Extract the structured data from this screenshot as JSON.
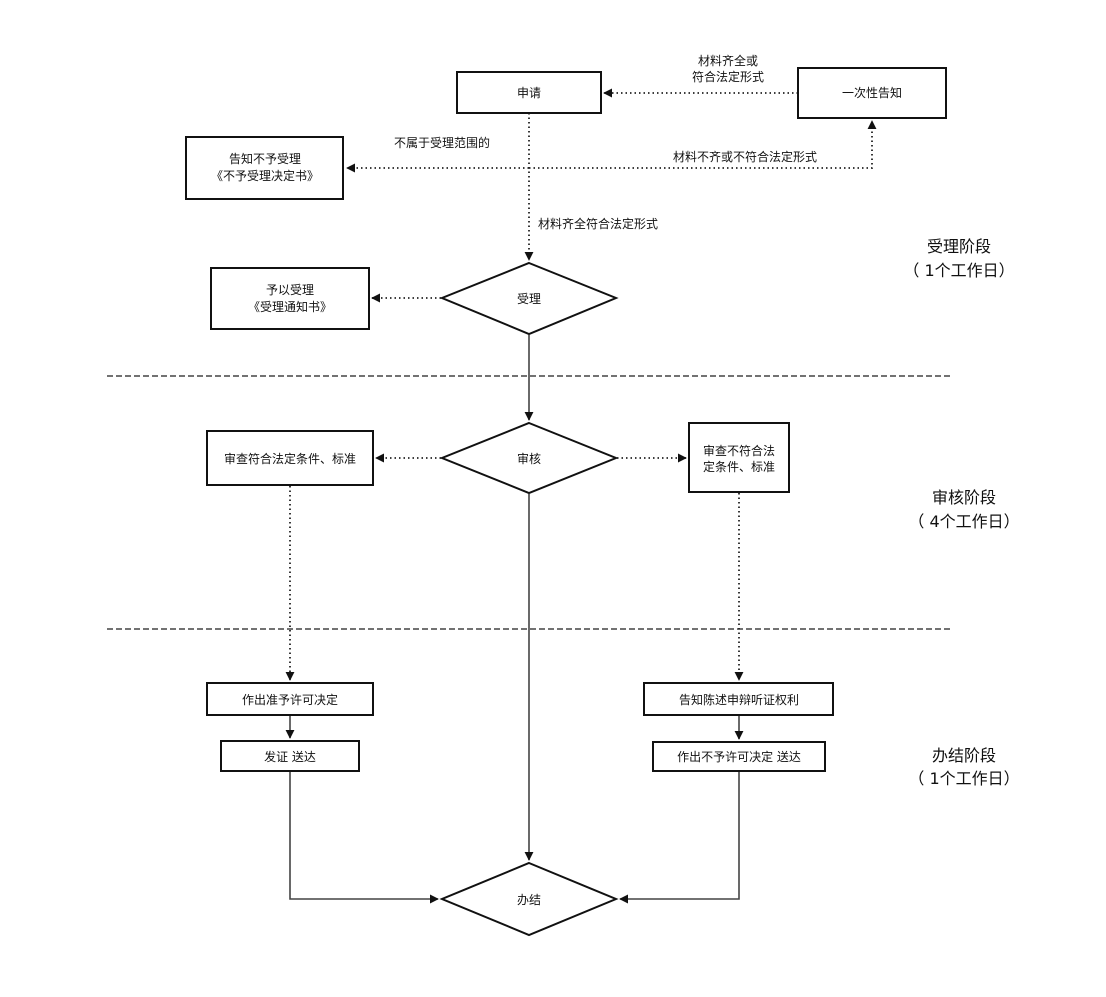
{
  "nodes": {
    "apply": "申请",
    "notify_once": "一次性告知",
    "reject_l1": "告知不予受理",
    "reject_l2": "《不予受理决定书》",
    "accept_box_l1": "予以受理",
    "accept_box_l2": "《受理通知书》",
    "accept": "受理",
    "review": "审核",
    "review_pass": "审查符合法定条件、标准",
    "review_fail_l1": "审查不符合法",
    "review_fail_l2": "定条件、标准",
    "grant": "作出准予许可决定",
    "issue": "发证  送达",
    "notify_hearing": "告知陈述申辩听证权利",
    "deny": "作出不予许可决定  送达",
    "complete": "办结"
  },
  "labels": {
    "complete_form_l1": "材料齐全或",
    "complete_form_l2": "符合法定形式",
    "not_in_scope": "不属于受理范围的",
    "incomplete": "材料不齐或不符合法定形式",
    "complete_legal": "材料齐全符合法定形式"
  },
  "stages": [
    {
      "name": "受理阶段",
      "days": "（ 1个工作日）"
    },
    {
      "name": "审核阶段",
      "days": "（ 4个工作日）"
    },
    {
      "name": "办结阶段",
      "days": "（ 1个工作日）"
    }
  ]
}
